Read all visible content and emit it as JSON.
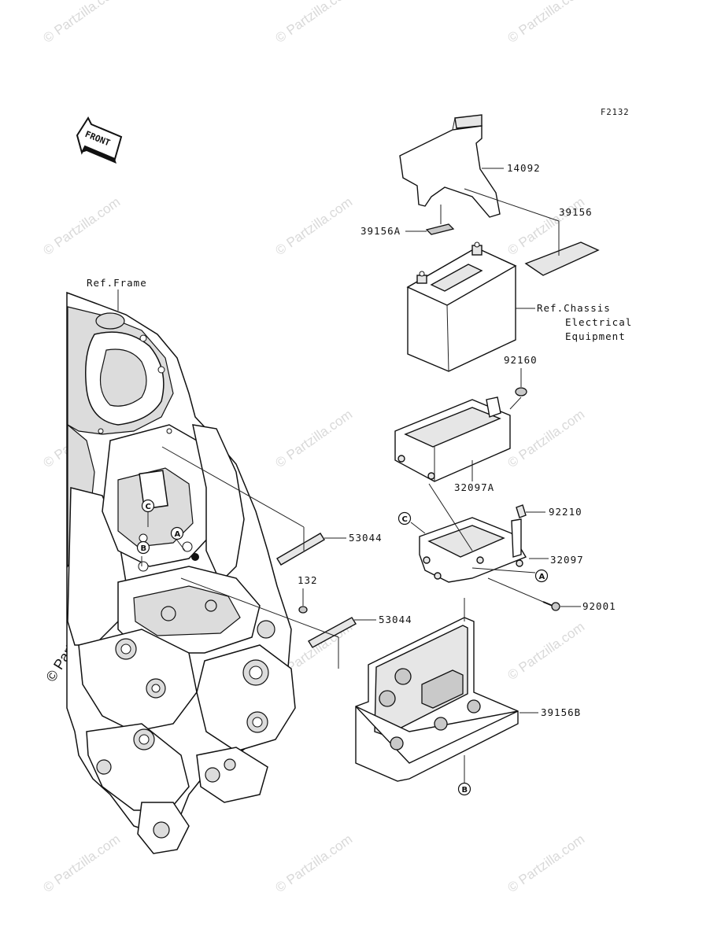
{
  "figure_code": "F2132",
  "front_label": "FRONT",
  "refs": {
    "frame": "Ref.Frame",
    "chassis_line1": "Ref.Chassis",
    "chassis_line2": "Electrical",
    "chassis_line3": "Equipment"
  },
  "part_numbers": {
    "p14092": "14092",
    "p39156": "39156",
    "p39156A": "39156A",
    "p92160": "92160",
    "p32097A": "32097A",
    "p92210": "92210",
    "p32097": "32097",
    "p92001": "92001",
    "p53044_upper": "53044",
    "p53044_lower": "53044",
    "p132": "132",
    "p39156B": "39156B"
  },
  "callouts": {
    "A": "A",
    "B": "B",
    "C": "C"
  },
  "watermark": "© Partzilla.com",
  "colors": {
    "line": "#111111",
    "watermark": "#d9d9d9",
    "shade": "#dcdcdc"
  }
}
